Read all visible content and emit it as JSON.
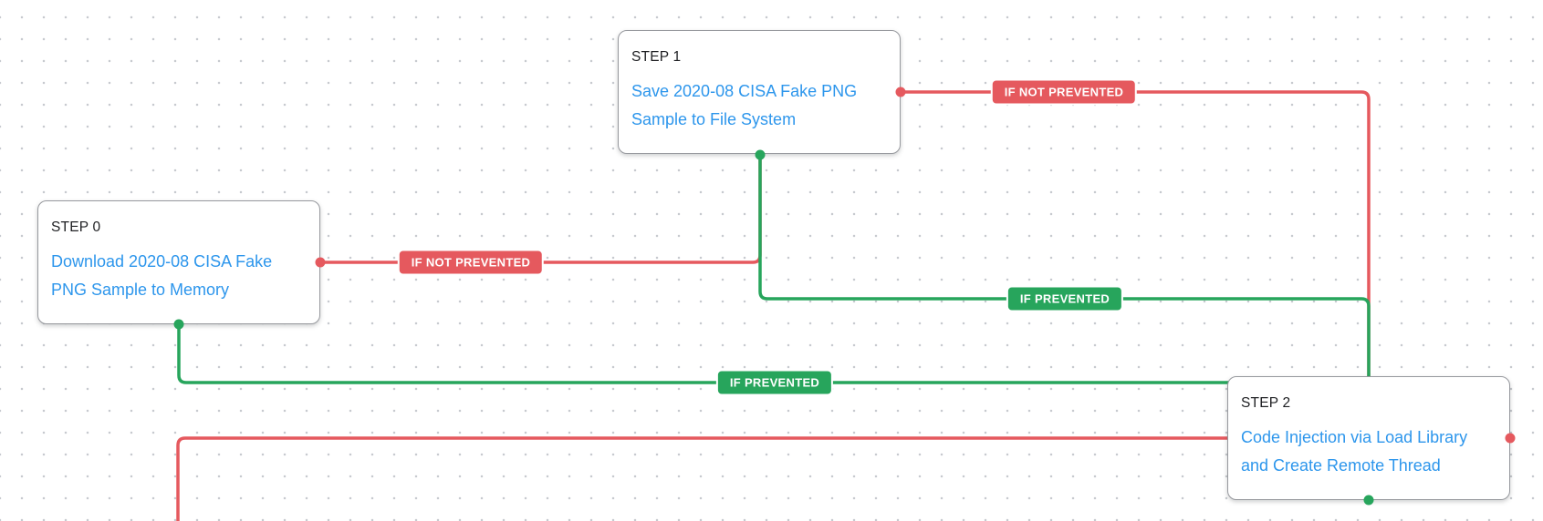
{
  "diagram": {
    "nodes": [
      {
        "title": "STEP 0",
        "lines": [
          "Download 2020-08 CISA Fake",
          "PNG Sample to Memory"
        ]
      },
      {
        "title": "STEP 1",
        "lines": [
          "Save 2020-08 CISA Fake PNG",
          "Sample to File System"
        ]
      },
      {
        "title": "STEP 2",
        "lines": [
          "Code Injection via Load Library",
          "and Create Remote Thread"
        ]
      }
    ],
    "edge_labels": [
      {
        "text": "IF NOT PREVENTED",
        "outcome": "not-prevented"
      },
      {
        "text": "IF NOT PREVENTED",
        "outcome": "not-prevented"
      },
      {
        "text": "IF PREVENTED",
        "outcome": "prevented"
      },
      {
        "text": "IF PREVENTED",
        "outcome": "prevented"
      }
    ],
    "colors": {
      "not_prevented_red": "#e5595e",
      "prevented_green": "#27a55c",
      "scenario_link_blue": "#2d96ec"
    }
  }
}
